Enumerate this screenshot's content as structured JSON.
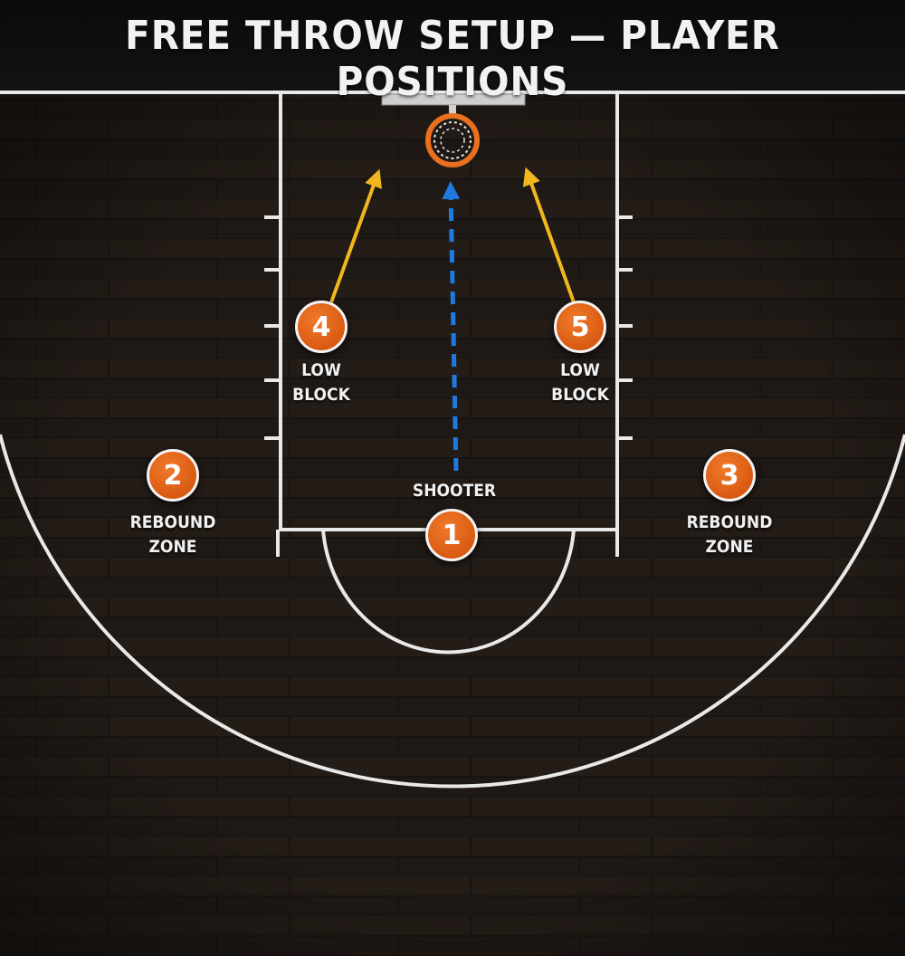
{
  "title": "FREE THROW SETUP — PLAYER POSITIONS",
  "colors": {
    "floor": "#1f1915",
    "court_lines": "#e9e9e9",
    "player_fill": "#e2661c",
    "rim": "#e8701e",
    "shooter_path": "#1f7ae0",
    "rebound_arrows": "#f2b71e"
  },
  "players": [
    {
      "number": "1",
      "label_lines": [
        "SHOOTER"
      ]
    },
    {
      "number": "2",
      "label_lines": [
        "REBOUND",
        "ZONE"
      ]
    },
    {
      "number": "3",
      "label_lines": [
        "REBOUND",
        "ZONE"
      ]
    },
    {
      "number": "4",
      "label_lines": [
        "LOW",
        "BLOCK"
      ]
    },
    {
      "number": "5",
      "label_lines": [
        "LOW",
        "BLOCK"
      ]
    }
  ]
}
